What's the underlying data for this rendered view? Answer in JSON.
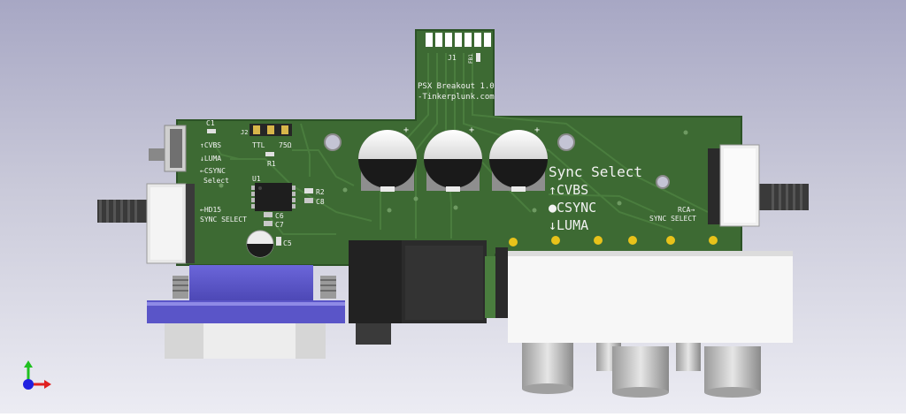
{
  "board": {
    "title_line1": "PSX Breakout 1.0",
    "title_line2": "-Tinkerplunk.com",
    "connector_ref": "J1",
    "fb_ref": "FB1",
    "colors": {
      "pcb": "#3d6a33",
      "pcb_dark": "#2c5226",
      "silkscreen": "#f2f2f2",
      "gold": "#e8c21a",
      "vga_blue": "#5a55c8"
    }
  },
  "silkscreen": {
    "c1": "C1",
    "j2": "J2",
    "ttl": "TTL",
    "ohm": "75Ω",
    "r1": "R1",
    "cvbs_left": "↑CVBS",
    "luma_left": "↓LUMA",
    "csync_left": "←CSYNC",
    "select_left": "Select",
    "u1": "U1",
    "r2": "R2",
    "c8": "C8",
    "hd15_line1": "←HD15",
    "hd15_line2": "SYNC SELECT",
    "c6": "C6",
    "c7": "C7",
    "c5": "C5",
    "sync_title": "Sync Select",
    "sync_cvbs": "↑CVBS",
    "sync_csync": "●CSYNC",
    "sync_luma": "↓LUMA",
    "rca_line1": "RCA→",
    "rca_line2": "SYNC SELECT"
  },
  "axes": {
    "x_color": "#e02020",
    "y_color": "#20c020",
    "z_color": "#2020e0"
  }
}
